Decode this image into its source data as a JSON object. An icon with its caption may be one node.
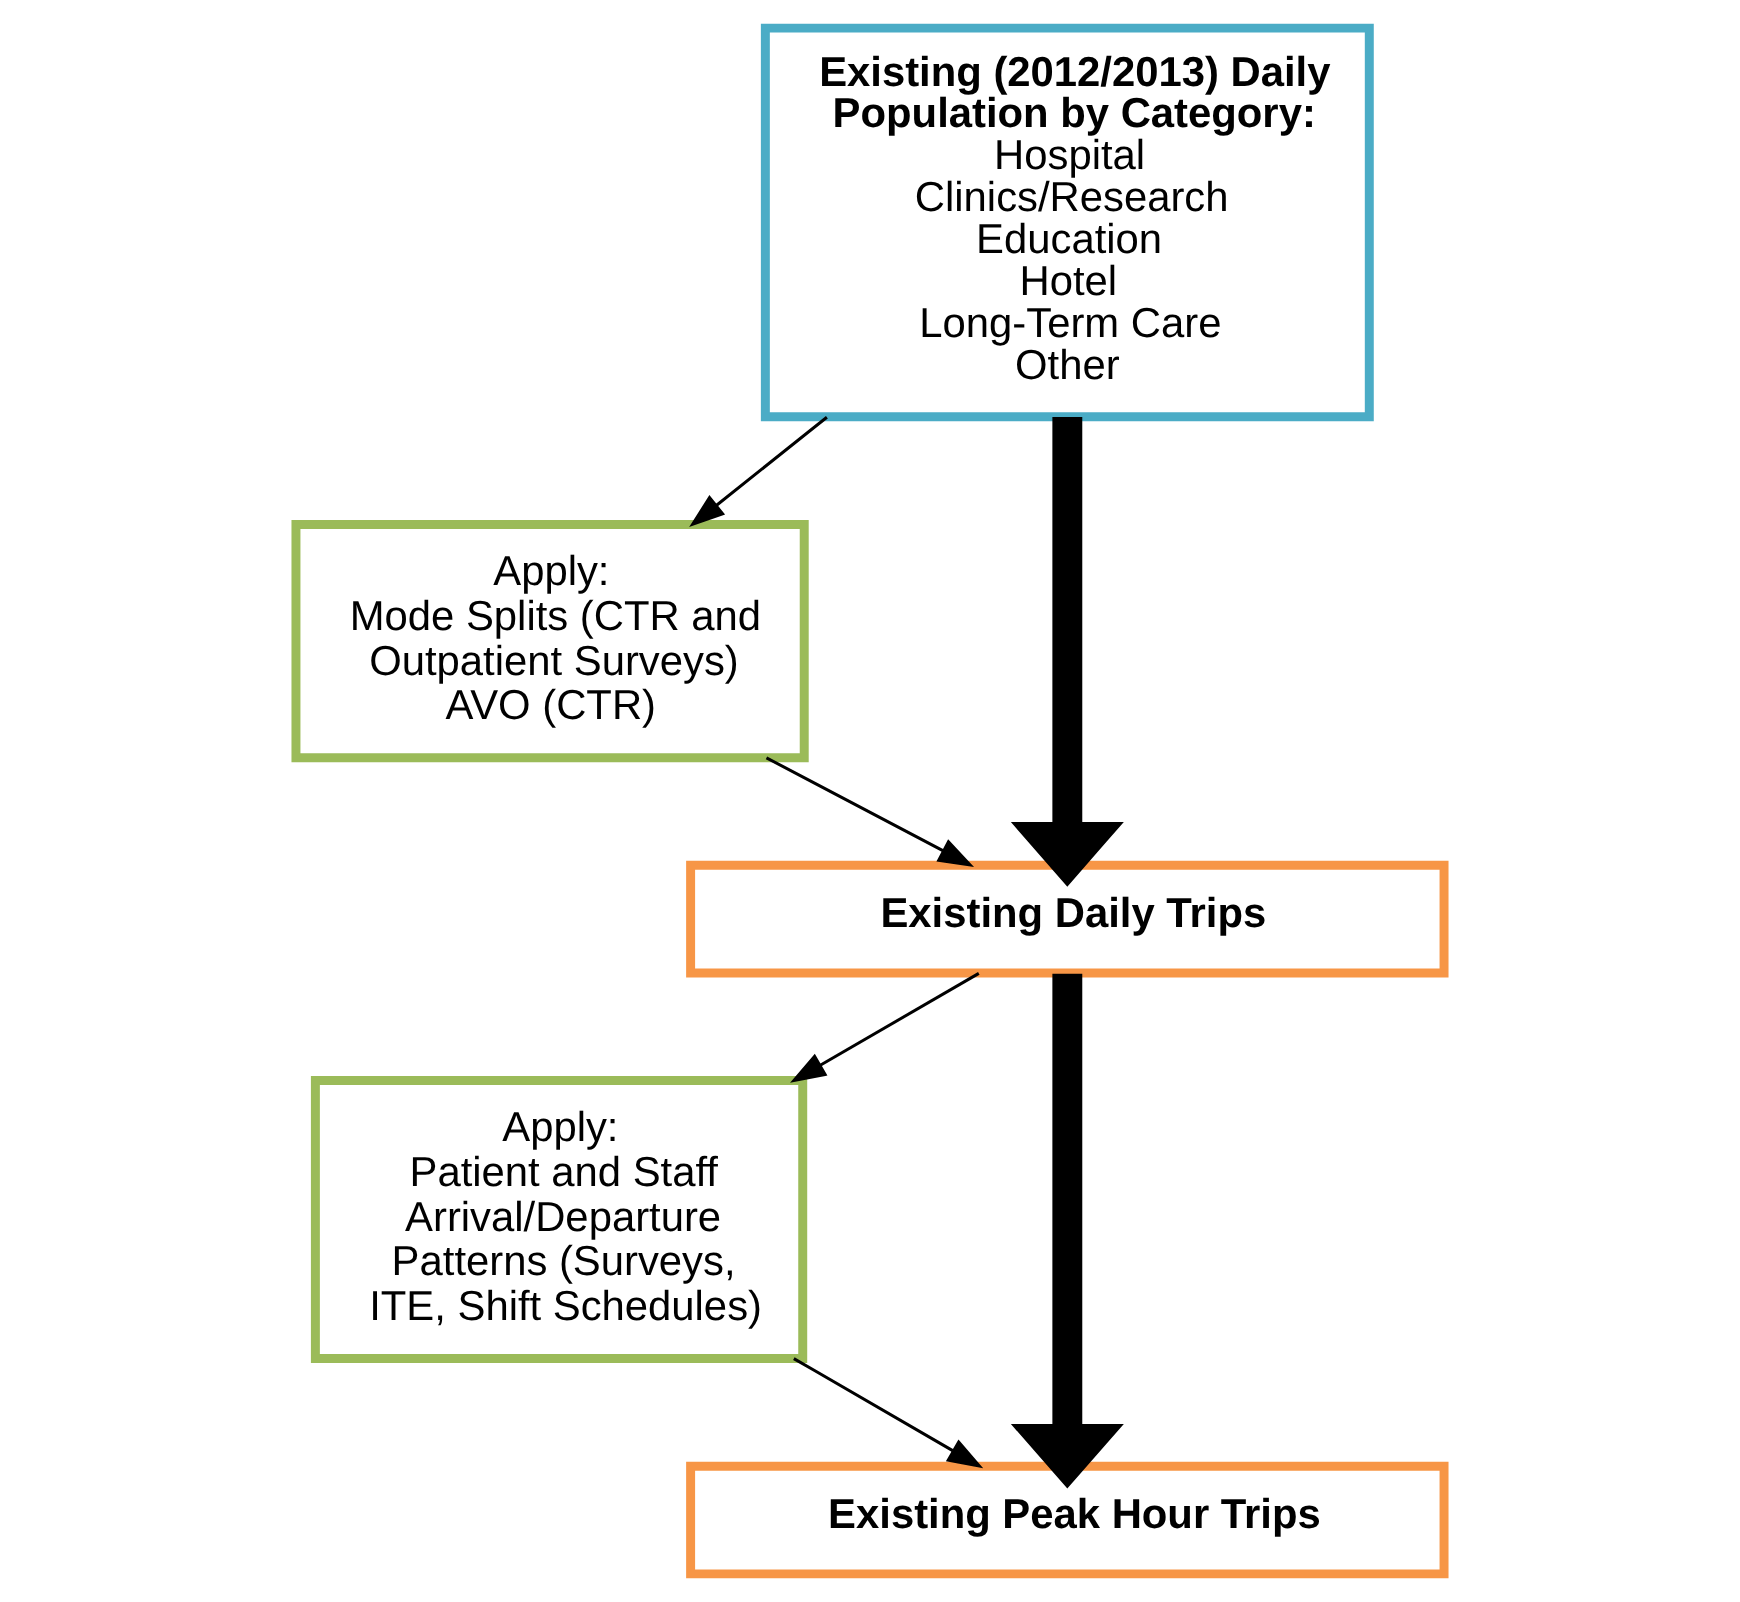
{
  "diagram": {
    "nodes": [
      {
        "text": [
          "Existing (2012/2013) Daily Population by Category:",
          "Hospital",
          "Clinics/Research",
          "Education",
          "Hotel",
          "Long-Term Care",
          "Other"
        ]
      },
      {
        "text": [
          "Apply:",
          "Mode Splits (CTR and Outpatient Surveys)",
          "AVO (CTR)"
        ]
      },
      {
        "text": [
          "Existing Daily Trips"
        ]
      },
      {
        "text": [
          "Apply:",
          "Patient and Staff Arrival/Departure Patterns (Surveys, ITE, Shift Schedules)"
        ]
      },
      {
        "text": [
          "Existing Peak Hour Trips"
        ]
      }
    ],
    "edges": [
      {
        "from": 0,
        "to": 2,
        "arrow": "to",
        "style": "thick"
      },
      {
        "from": 0,
        "to": 1,
        "arrow": "to"
      },
      {
        "from": 1,
        "to": 2,
        "arrow": "to"
      },
      {
        "from": 2,
        "to": 4,
        "arrow": "to",
        "style": "thick"
      },
      {
        "from": 2,
        "to": 3,
        "arrow": "to"
      },
      {
        "from": 3,
        "to": 4,
        "arrow": "to"
      }
    ]
  }
}
